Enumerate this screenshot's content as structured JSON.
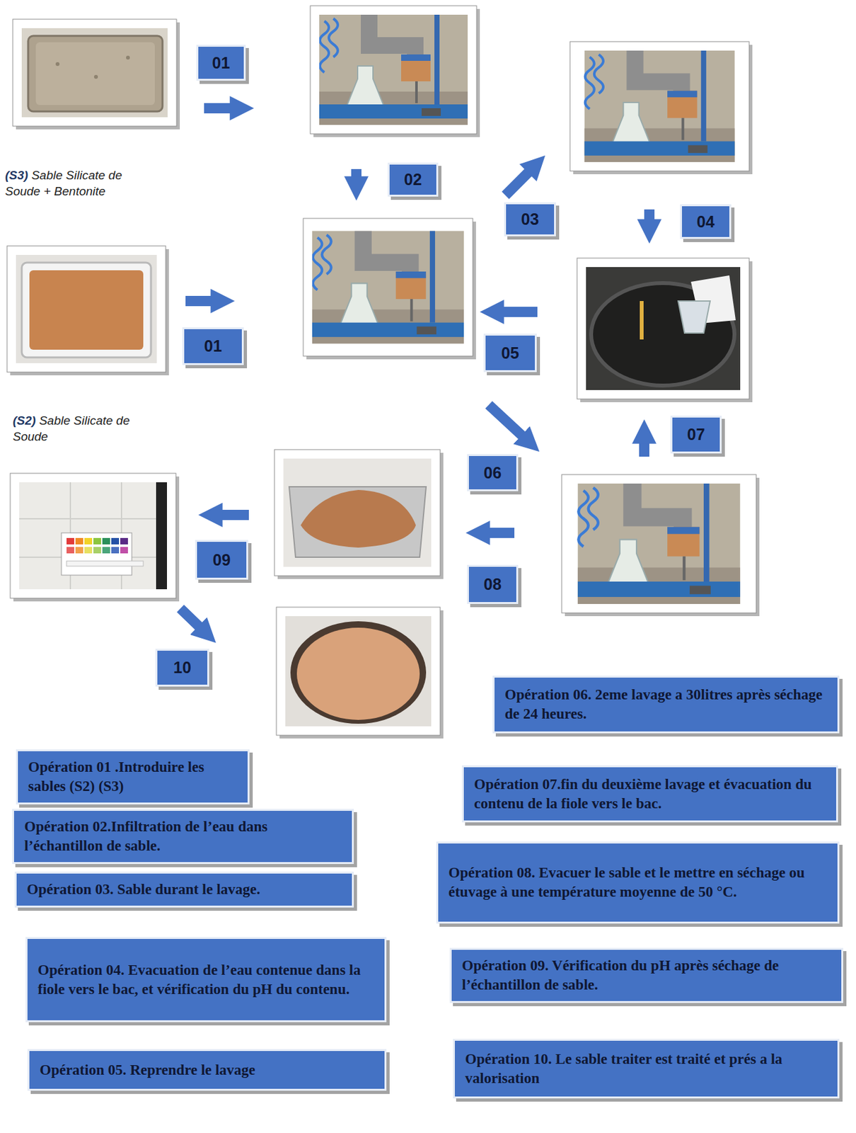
{
  "diagram": {
    "nodes": [
      {
        "text": [
          "01"
        ]
      },
      {
        "text": [
          "02"
        ]
      },
      {
        "text": [
          "03"
        ]
      },
      {
        "text": [
          "04"
        ]
      },
      {
        "text": [
          "01"
        ]
      },
      {
        "text": [
          "05"
        ]
      },
      {
        "text": [
          "07"
        ]
      },
      {
        "text": [
          "06"
        ]
      },
      {
        "text": [
          "09"
        ]
      },
      {
        "text": [
          "08"
        ]
      },
      {
        "text": [
          "10"
        ]
      },
      {
        "text": [
          "Opération 01 .Introduire les sables (S2) (S3)"
        ]
      },
      {
        "text": [
          "Opération 02.Infiltration de l’eau dans l’échantillon de sable."
        ]
      },
      {
        "text": [
          "Opération 03. Sable durant le lavage."
        ]
      },
      {
        "text": [
          "Opération 04. Evacuation de l’eau contenue dans la fiole vers le bac, et vérification du pH du contenu."
        ]
      },
      {
        "text": [
          "Opération 05. Reprendre le lavage"
        ]
      },
      {
        "text": [
          "Opération 06. 2eme lavage a 30litres après séchage de 24 heures."
        ]
      },
      {
        "text": [
          "Opération 07.fin du deuxième lavage et évacuation du contenu de la fiole vers le bac."
        ]
      },
      {
        "text": [
          "Opération 08. Evacuer le sable et le mettre en séchage ou étuvage à une température moyenne de 50 °C."
        ]
      },
      {
        "text": [
          "Opération 09. Vérification du pH après séchage de l’échantillon de sable."
        ]
      },
      {
        "text": [
          "Opération 10. Le sable traiter est traité et prés a la valorisation"
        ]
      }
    ],
    "labels": [
      "(S3)",
      "Sable Silicate de Soude + Bentonite",
      "(S2)",
      "Sable Silicate de Soude"
    ]
  }
}
